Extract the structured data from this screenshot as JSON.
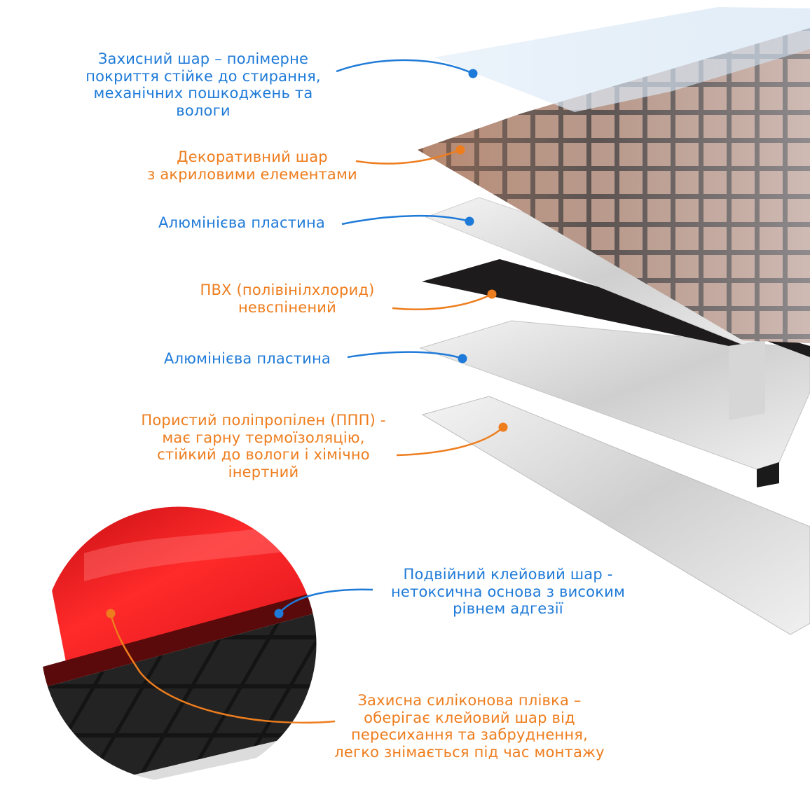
{
  "colors": {
    "blue": "#1e7ad8",
    "orange": "#ee7d1d",
    "adhesive_red": "#e3141a",
    "pvc_black": "#1d1b1b",
    "aluminium": "#e8e8e8"
  },
  "labels": {
    "protective_layer": [
      "Захисний шар – полімерне",
      "покриття стійке до стирання,",
      "механічних пошкоджень та",
      "вологи"
    ],
    "decorative_layer": [
      "Декоративний шар",
      "з акриловими елементами"
    ],
    "aluminium_plate_top": [
      "Алюмінієва пластина"
    ],
    "pvc_layer": [
      "ПВХ (полівінілхлорид)",
      "невспінений"
    ],
    "aluminium_plate_bottom": [
      "Алюмінієва пластина"
    ],
    "porous_polypropylene": [
      "Пористий поліпропілен (ППП) -",
      "має гарну термоїзоляцію,",
      "стійкий до вологи і хімічно",
      "інертний"
    ],
    "double_adhesive": [
      "Подвійний клейовий шар -",
      "нетоксична основа з високим",
      "рівнем адгезії"
    ],
    "silicone_film": [
      "Захисна силіконова плівка –",
      "оберігає клейовий шар від",
      "пересихання та забруднення,",
      "легко знімається під час монтажу"
    ]
  },
  "icons": {
    "marker": "dot-marker-icon"
  }
}
